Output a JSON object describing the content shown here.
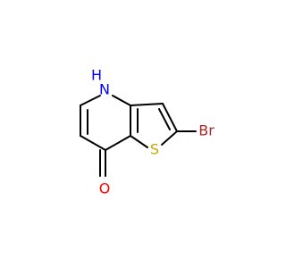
{
  "molecule": {
    "atoms": [
      {
        "id": "N",
        "label": "N",
        "color": "#0000FF"
      },
      {
        "id": "H",
        "label": "H",
        "color": "#0000FF"
      },
      {
        "id": "S",
        "label": "S",
        "color": "#C8A800"
      },
      {
        "id": "Br",
        "label": "Br",
        "color": "#A52A2A"
      },
      {
        "id": "O",
        "label": "O",
        "color": "#FF0000"
      }
    ]
  }
}
